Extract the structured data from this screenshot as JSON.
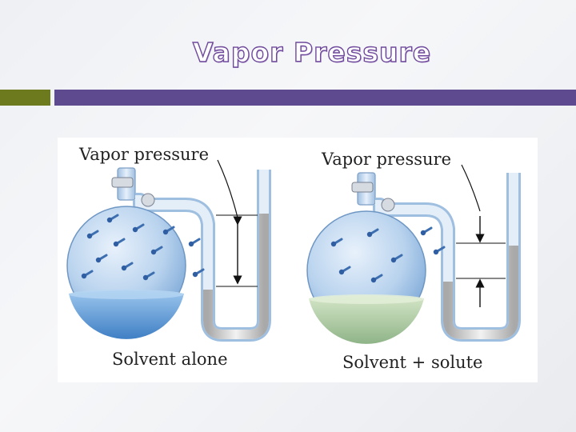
{
  "slide": {
    "title": "Vapor Pressure"
  },
  "colors": {
    "title_outline": "#6f4a9c",
    "bar_left": "#6e7a1e",
    "bar_right": "#5e4a8e",
    "solvent_liquid": "#4e8fd0",
    "solution_liquid": "#a8c79a",
    "mercury": "#c9c9c9"
  },
  "diagram": {
    "left": {
      "top_label": "Vapor pressure",
      "bottom_label": "Solvent alone",
      "arrow_type": "double-headed",
      "liquid": "solvent"
    },
    "right": {
      "top_label": "Vapor pressure",
      "bottom_label": "Solvent + solute",
      "arrow_type": "converging",
      "liquid": "solution"
    }
  }
}
